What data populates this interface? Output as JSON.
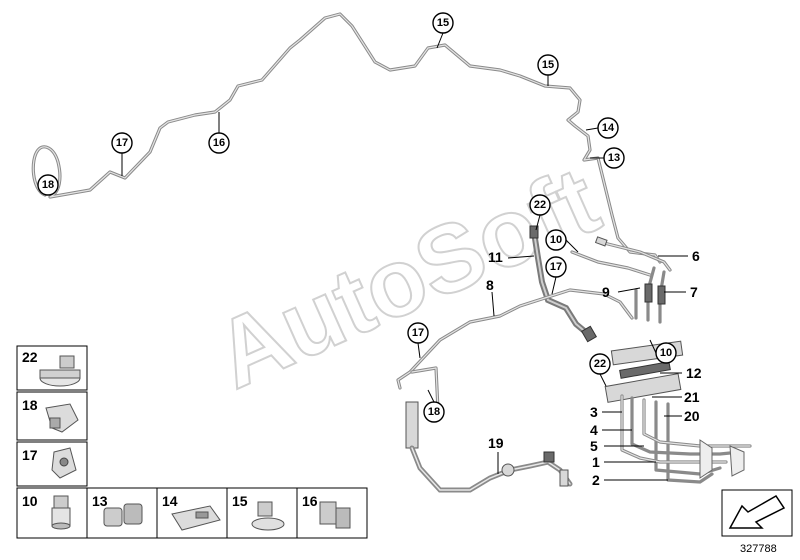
{
  "watermark": "AutoSoft",
  "reference_number": "327788",
  "callouts": {
    "c15a": "15",
    "c15b": "15",
    "c16": "16",
    "c17a": "17",
    "c18a": "18",
    "c14": "14",
    "c13": "13",
    "c22a": "22",
    "c10a": "10",
    "c17b": "17",
    "c17c": "17",
    "c10b": "10",
    "c22b": "22",
    "c18b": "18"
  },
  "labels": {
    "l6": "6",
    "l7": "7",
    "l9": "9",
    "l11": "11",
    "l8": "8",
    "l12": "12",
    "l21": "21",
    "l20": "20",
    "l3": "3",
    "l4": "4",
    "l5": "5",
    "l1": "1",
    "l2": "2",
    "l19": "19"
  },
  "legend": {
    "cells": [
      "22",
      "18",
      "17",
      "10",
      "13",
      "14",
      "15",
      "16"
    ]
  },
  "icons": {
    "nav_arrow": "arrow-down-left-icon"
  }
}
